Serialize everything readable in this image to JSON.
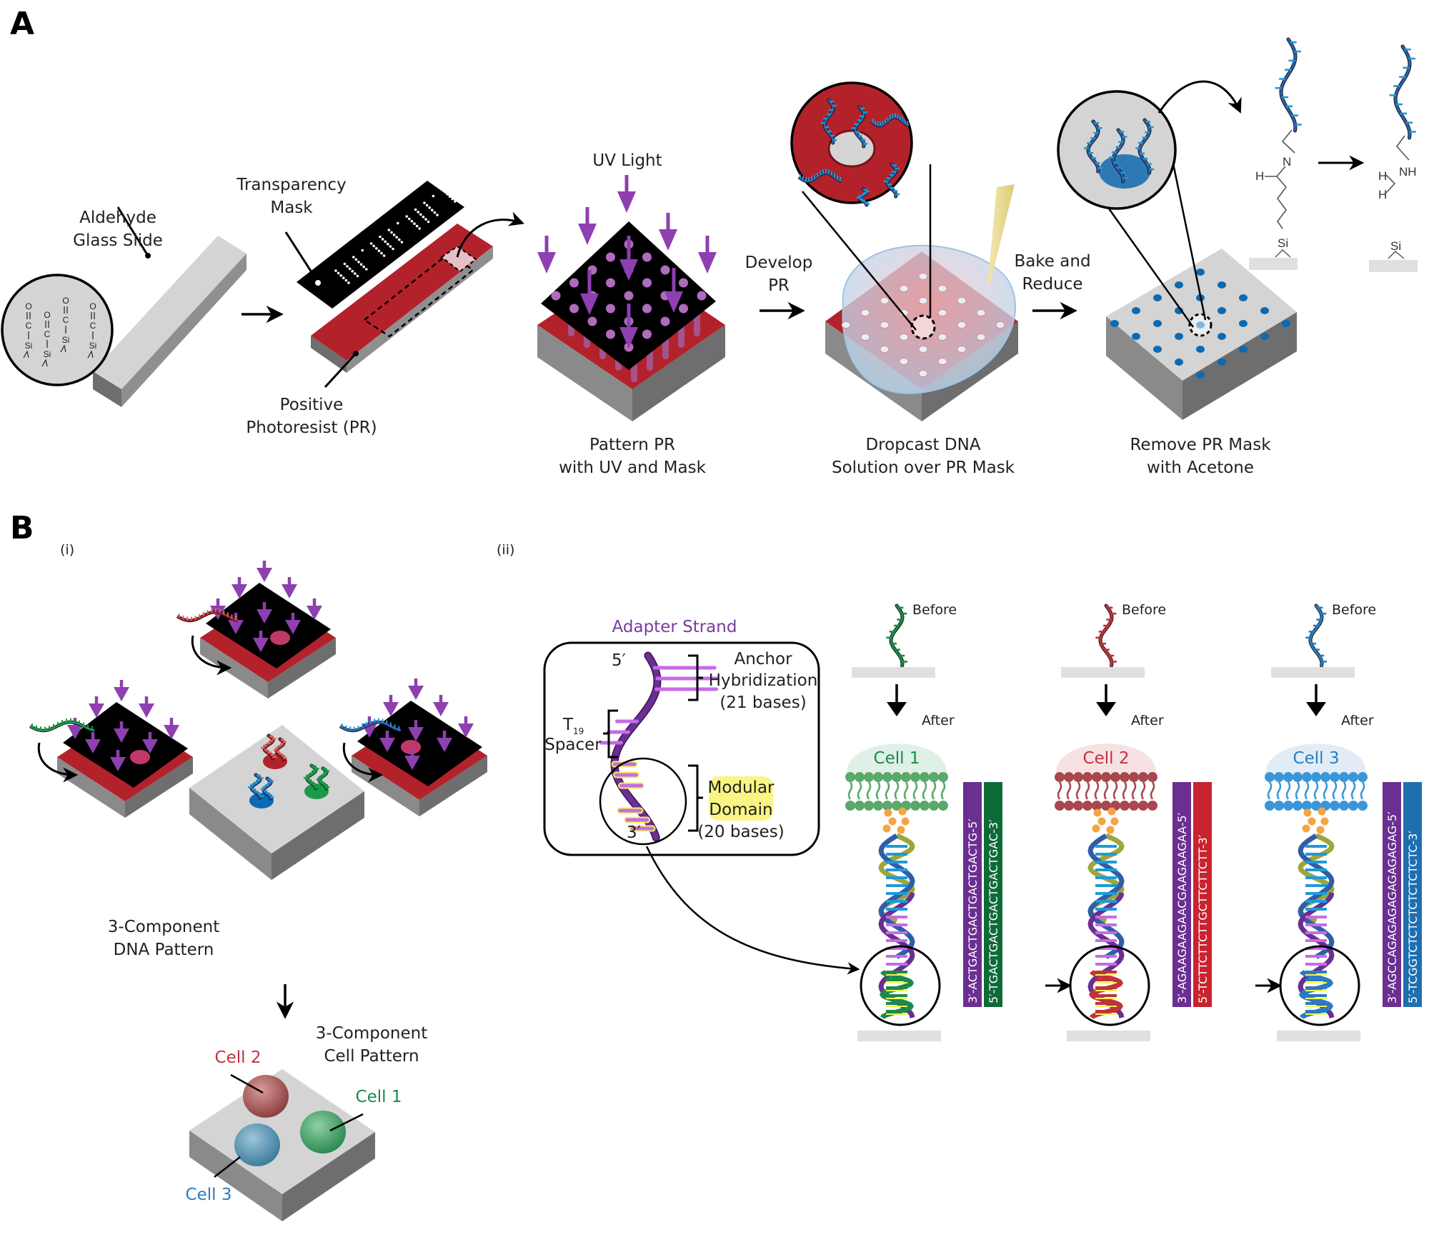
{
  "figure": {
    "panels": [
      {
        "id": "A",
        "label": "A"
      },
      {
        "id": "B",
        "label": "B",
        "subpanels": [
          {
            "label": "(i)"
          },
          {
            "label": "(ii)"
          }
        ]
      }
    ],
    "colors": {
      "photoresist_red": "#b3222a",
      "glass_gray": "#d4d4d4",
      "glass_side": "#8a8a8a",
      "uv_purple": "#8e3fb0",
      "dna_blue": "#2f5ea8",
      "dna_light_blue": "#1e9ad8",
      "spot_blue": "#0a6ab4",
      "adapter_purple": "#6b2e91",
      "cell1_green": "#1a8a4a",
      "cell2_red": "#c0333b",
      "cell3_blue": "#2a7bbf",
      "highlight_yellow": "#f5f25a"
    }
  },
  "panel_a": {
    "step1": {
      "callout_label_line1": "Aldehyde",
      "callout_label_line2": "Glass Slide",
      "chem_atoms": [
        "O",
        "C",
        "Si"
      ]
    },
    "step2": {
      "mask_label_line1": "Transparency",
      "mask_label_line2": "Mask",
      "pr_label_line1": "Positive",
      "pr_label_line2": "Photoresist (PR)"
    },
    "step3": {
      "uv_label": "UV Light",
      "caption_line1": "Pattern PR",
      "caption_line2": "with UV and Mask"
    },
    "arrow_develop": {
      "line1": "Develop",
      "line2": "PR"
    },
    "step4": {
      "caption_line1": "Dropcast DNA",
      "caption_line2": "Solution over PR Mask"
    },
    "arrow_bake": {
      "line1": "Bake and",
      "line2": "Reduce"
    },
    "step5": {
      "caption_line1": "Remove PR Mask",
      "caption_line2": "with Acetone"
    },
    "chemistry": {
      "imine": {
        "h": "H",
        "n": "N",
        "si": "Si"
      },
      "amine": {
        "h1": "H",
        "h2": "H",
        "nh": "NH",
        "si": "Si"
      }
    }
  },
  "panel_b_i": {
    "dna_pattern_line1": "3-Component",
    "dna_pattern_line2": "DNA Pattern",
    "cell_pattern_line1": "3-Component",
    "cell_pattern_line2": "Cell Pattern",
    "cells": [
      {
        "name": "Cell 1",
        "color": "#1a8a4a"
      },
      {
        "name": "Cell 2",
        "color": "#c0333b"
      },
      {
        "name": "Cell 3",
        "color": "#2a7bbf"
      }
    ]
  },
  "panel_b_ii": {
    "adapter": {
      "title": "Adapter Strand",
      "five_prime": "5′",
      "three_prime": "3′",
      "anchor_line1": "Anchor",
      "anchor_line2": "Hybridization",
      "anchor_line3": "(21 bases)",
      "spacer_t": "T",
      "spacer_sub": "19",
      "spacer_word": "Spacer",
      "modular_line1": "Modular",
      "modular_line2": "Domain",
      "modular_line3": "(20 bases)"
    },
    "columns": [
      {
        "before": "Before",
        "after": "After",
        "cell": "Cell 1",
        "color": "#1a8a4a",
        "membrane": "#5aa86a",
        "cell_fill": "#dff0e6",
        "adapter_seq": "3′-ACTGACTGACTGACTGACTG-5′",
        "surface_seq": "5′-TGACTGACTGACTGACTGAC-3′",
        "surface_bar": "#0e6b38"
      },
      {
        "before": "Before",
        "after": "After",
        "cell": "Cell 2",
        "color": "#c0333b",
        "membrane": "#a8474d",
        "cell_fill": "#f6e2e3",
        "adapter_seq": "3′-AGAAGAAGAACGAAGAAGAA-5′",
        "surface_seq": "5′-TCTTCTTCTTGCTTCTTCTT-3′",
        "surface_bar": "#c8232e"
      },
      {
        "before": "Before",
        "after": "After",
        "cell": "Cell 3",
        "color": "#2a7bbf",
        "membrane": "#3a96d8",
        "cell_fill": "#e2ecf6",
        "adapter_seq": "3′-AGCCAGAGAGAGAGAGAGAG-5′",
        "surface_seq": "5′-TCGGTCTCTCTCTCTCTCTC-3′",
        "surface_bar": "#1f6fb0"
      }
    ],
    "adapter_bar": "#6b2e91"
  }
}
